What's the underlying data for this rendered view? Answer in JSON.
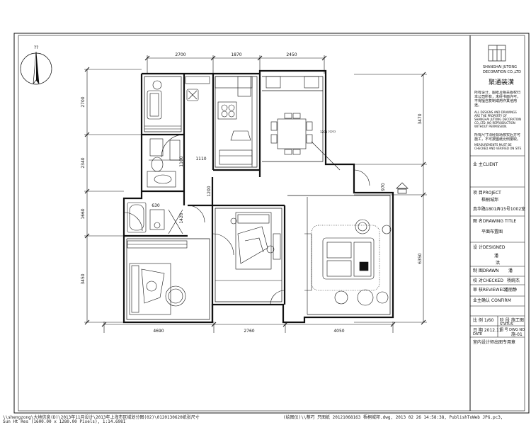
{
  "north": {
    "label": "??"
  },
  "dimensions": {
    "top": [
      "2700",
      "1870",
      "2450"
    ],
    "left": [
      "2700",
      "2340",
      "1660",
      "3450"
    ],
    "bottom": [
      "4690",
      "2760",
      "4050"
    ],
    "right": [
      "3470",
      "970",
      "6350"
    ],
    "inner": [
      "1110",
      "1200",
      "1100",
      "630",
      "1420"
    ]
  },
  "plan_labels": {
    "callout": "1203 ?????"
  },
  "title_block": {
    "company_en_1": "SHANGHAI  JUTONG",
    "company_en_2": "DECORATION CO.,LTD",
    "company_cn": "聚通装潢",
    "notice_cn": "所有设计、图纸及相关版权归本公司所有，未经书面许可，不得擅自复制或用作其他用途。",
    "notice_en": "ALL DESIGNS AND DRAWINGS ARE THE PROPERTY OF SHANGHAI JUTONG DECORATION CO.,LTD. NO REPRODUCTION WITHOUT PERMISSION.",
    "measure_cn": "所有尺寸须经现场核实后方可施工，不可按图纸比例量取。",
    "measure_en": "MEASUREMENTS MUST BE CHECKED AND VERIFIED ON SITE",
    "client_label": "业  主CLIENT",
    "project_label": "项  目PROJECT",
    "project_name": "梧桐城邦",
    "project_address": "真华路1801弄15号1002室",
    "drawing_title_label": "图  名DRAWING TITLE",
    "drawing_title": "平面布置图",
    "designed_label": "设  计DESIGNED",
    "designed_name": "潘",
    "drawn_name": "洪",
    "drawn_label": "制  图DRAWN",
    "drawn_name2": "潘",
    "checked_label": "校  对CHECKED",
    "checked_name": "杨婉杰",
    "reviewed_label": "审  核REVIEWED",
    "reviewed_name": "潘丽静",
    "confirm_label": "业主确认 CONFIRM",
    "scale_label": "比  例 1/60",
    "status_label": "阶  段 施工图",
    "status_en": "STATUS",
    "date_label": "日  期 2012.11",
    "date_en": "DATE",
    "drawing_no_label": "图 号 DWG NO",
    "drawing_no": "施-01",
    "footer_note": "室内设计师出图专用章"
  },
  "footer": {
    "line1_left": "\\\\shengzong\\大地信息(D)\\2013年11月设计\\2013年上海市区域划分图(02)\\0120130620纸张尺寸",
    "line2_left": "Sun Ht Res (1600.00 x 1280.00 Pixels), 1:14.6981",
    "line1_right": "(绘图仪)\\\\蔡巧 只图纸 20121068163 梧桐城邦.dwg, 2013 02 26 14:58:38, PublishToWeb JPG.pc3,"
  }
}
